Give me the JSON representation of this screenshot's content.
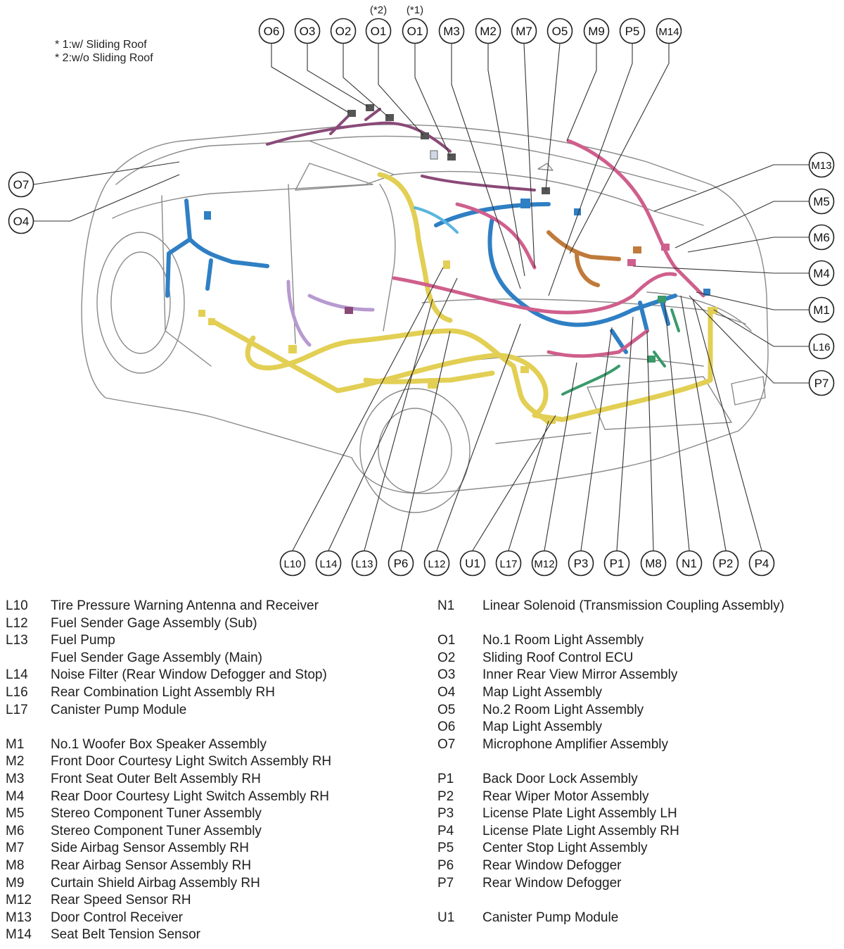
{
  "notes": [
    "* 1:w/ Sliding Roof",
    "* 2:w/o Sliding Roof"
  ],
  "top_callouts": [
    {
      "id": "O6",
      "tag": ""
    },
    {
      "id": "O3",
      "tag": ""
    },
    {
      "id": "O2",
      "tag": ""
    },
    {
      "id": "O1",
      "tag": "(*2)"
    },
    {
      "id": "O1",
      "tag": "(*1)"
    },
    {
      "id": "M3",
      "tag": ""
    },
    {
      "id": "M2",
      "tag": ""
    },
    {
      "id": "M7",
      "tag": ""
    },
    {
      "id": "O5",
      "tag": ""
    },
    {
      "id": "M9",
      "tag": ""
    },
    {
      "id": "P5",
      "tag": ""
    },
    {
      "id": "M14",
      "tag": ""
    }
  ],
  "left_callouts": [
    "O7",
    "O4"
  ],
  "right_callouts": [
    "M13",
    "M5",
    "M6",
    "M4",
    "M1",
    "L16",
    "P7"
  ],
  "bottom_callouts": [
    "L10",
    "L14",
    "L13",
    "P6",
    "L12",
    "U1",
    "L17",
    "M12",
    "P3",
    "P1",
    "M8",
    "N1",
    "P2",
    "P4"
  ],
  "harness_colors": {
    "yellow": "#e2cf54",
    "blue": "#2f7fc4",
    "pink": "#cf5f8c",
    "purple": "#8a4a78",
    "orange": "#c07a3a",
    "lavender": "#b79ad0",
    "green": "#3a9a6a",
    "light_blue": "#5ab6dd"
  },
  "legend_left": [
    {
      "code": "L10",
      "desc": "Tire Pressure Warning Antenna and Receiver"
    },
    {
      "code": "L12",
      "desc": "Fuel Sender Gage Assembly (Sub)"
    },
    {
      "code": "L13",
      "desc": "Fuel Pump"
    },
    {
      "code": "",
      "desc": "Fuel Sender Gage Assembly (Main)"
    },
    {
      "code": "L14",
      "desc": "Noise Filter (Rear Window Defogger and Stop)"
    },
    {
      "code": "L16",
      "desc": "Rear Combination Light Assembly RH"
    },
    {
      "code": "L17",
      "desc": "Canister Pump Module"
    },
    {
      "gap": true
    },
    {
      "code": "M1",
      "desc": "No.1 Woofer Box Speaker Assembly"
    },
    {
      "code": "M2",
      "desc": "Front Door Courtesy Light Switch Assembly RH"
    },
    {
      "code": "M3",
      "desc": "Front Seat Outer Belt Assembly RH"
    },
    {
      "code": "M4",
      "desc": "Rear Door Courtesy Light Switch Assembly RH"
    },
    {
      "code": "M5",
      "desc": "Stereo Component Tuner Assembly"
    },
    {
      "code": "M6",
      "desc": "Stereo Component Tuner Assembly"
    },
    {
      "code": "M7",
      "desc": "Side Airbag Sensor Assembly RH"
    },
    {
      "code": "M8",
      "desc": "Rear Airbag Sensor Assembly RH"
    },
    {
      "code": "M9",
      "desc": "Curtain Shield Airbag Assembly RH"
    },
    {
      "code": "M12",
      "desc": "Rear Speed Sensor RH"
    },
    {
      "code": "M13",
      "desc": "Door Control Receiver"
    },
    {
      "code": "M14",
      "desc": "Seat Belt Tension Sensor"
    }
  ],
  "legend_right": [
    {
      "code": "N1",
      "desc": "Linear Solenoid (Transmission Coupling Assembly)"
    },
    {
      "gap": true
    },
    {
      "code": "O1",
      "desc": "No.1 Room Light Assembly"
    },
    {
      "code": "O2",
      "desc": "Sliding Roof Control ECU"
    },
    {
      "code": "O3",
      "desc": "Inner Rear View Mirror Assembly"
    },
    {
      "code": "O4",
      "desc": "Map Light Assembly"
    },
    {
      "code": "O5",
      "desc": "No.2 Room Light Assembly"
    },
    {
      "code": "O6",
      "desc": "Map Light Assembly"
    },
    {
      "code": "O7",
      "desc": "Microphone Amplifier Assembly"
    },
    {
      "gap": true
    },
    {
      "code": "P1",
      "desc": "Back Door Lock Assembly"
    },
    {
      "code": "P2",
      "desc": "Rear Wiper Motor Assembly"
    },
    {
      "code": "P3",
      "desc": "License Plate Light Assembly LH"
    },
    {
      "code": "P4",
      "desc": "License Plate Light Assembly RH"
    },
    {
      "code": "P5",
      "desc": "Center Stop Light Assembly"
    },
    {
      "code": "P6",
      "desc": "Rear Window Defogger"
    },
    {
      "code": "P7",
      "desc": "Rear Window Defogger"
    },
    {
      "gap": true
    },
    {
      "code": "U1",
      "desc": "Canister Pump Module"
    }
  ]
}
